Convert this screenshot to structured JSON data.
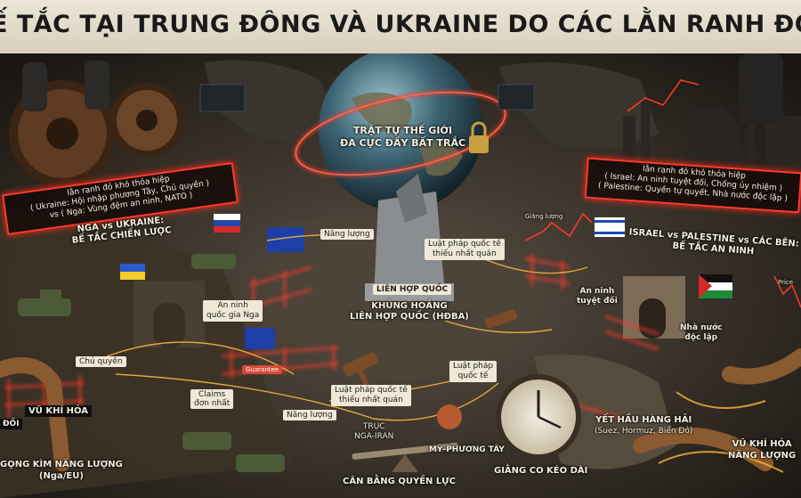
{
  "title": "Ế TẮC TẠI TRUNG ĐÔNG VÀ UKRAINE DO CÁC LẰN RANH ĐỎ KHÓ THỎA HI",
  "center": {
    "globe_label": [
      "TRẬT TỰ THẾ GIỚI",
      "ĐA CỰC ĐẦY BẤT TRẮC"
    ],
    "pillar_label": "LIÊN HỢP QUỐC",
    "crisis_label": [
      "KHỦNG HOẢNG",
      "LIÊN HỢP QUỐC (HĐBA)"
    ],
    "law_label_top": [
      "Luật pháp quốc tế",
      "thiếu nhất quán"
    ],
    "law_label_right": [
      "Luật pháp",
      "quốc tế"
    ],
    "law_label_left": [
      "Luật pháp quốc tế",
      "thiếu nhất quán"
    ],
    "energy_label_top": "Năng lượng",
    "energy_label_bottom": "Năng lượng",
    "axis_iran": [
      "TRỤC",
      "NGA-IRAN"
    ],
    "axis_west": "MỸ-PHƯƠNG TÂY",
    "balance_label": "CÂN BẰNG QUYỀN LỰC",
    "clock_label": "GIẰNG CO KÉO DÀI"
  },
  "left": {
    "banner": [
      "lằn ranh đỏ khó thỏa hiệp",
      "( Ukraine: Hội nhập phương Tây, Chủ quyền )",
      "vs ( Nga: Vùng đệm an ninh, NATO )"
    ],
    "heading": [
      "NGA vs UKRAINE:",
      "BẾ TẮC CHIẾN LƯỢC"
    ],
    "security_label": [
      "An ninh",
      "quốc gia Nga"
    ],
    "sovereignty_label": "Chủ quyền",
    "claims_label": [
      "Claims",
      "đơn nhất"
    ],
    "weapon_label": "VŨ KHÍ HÓA",
    "energy_grip": [
      "GỌNG KÌM NĂNG LƯỢNG",
      "(Nga/EU)"
    ],
    "doi_label": "ĐỒI",
    "guarantee_label": "Guarantee"
  },
  "right": {
    "banner": [
      "lằn ranh đỏ khó thỏa hiệp",
      "( Israel: An ninh tuyệt đối, Chống ủy nhiệm )",
      "( Palestine: Quyền tự quyết, Nhà nước độc lập )"
    ],
    "heading": [
      "ISRAEL vs PALESTINE vs CÁC BÊN:",
      "BẾ TẮC AN NINH"
    ],
    "absolute_security": [
      "An ninh",
      "tuyệt đối"
    ],
    "independent_state": [
      "Nhà nước",
      "độc lập"
    ],
    "chokepoint": [
      "YẾT HẦU HÀNG HẢI",
      "(Suez, Hormuz, Biển Đỏ)"
    ],
    "weapon_energy": [
      "VŨ KHÍ HÓA",
      "NĂNG LƯỢNG"
    ],
    "chart_caption": "Giằng lượng",
    "price_caption": "Price"
  },
  "colors": {
    "red_line": "#ff3b2a",
    "gold": "#f2b340",
    "map_dark": "#2a2620",
    "globe": "#4a7a8c"
  }
}
